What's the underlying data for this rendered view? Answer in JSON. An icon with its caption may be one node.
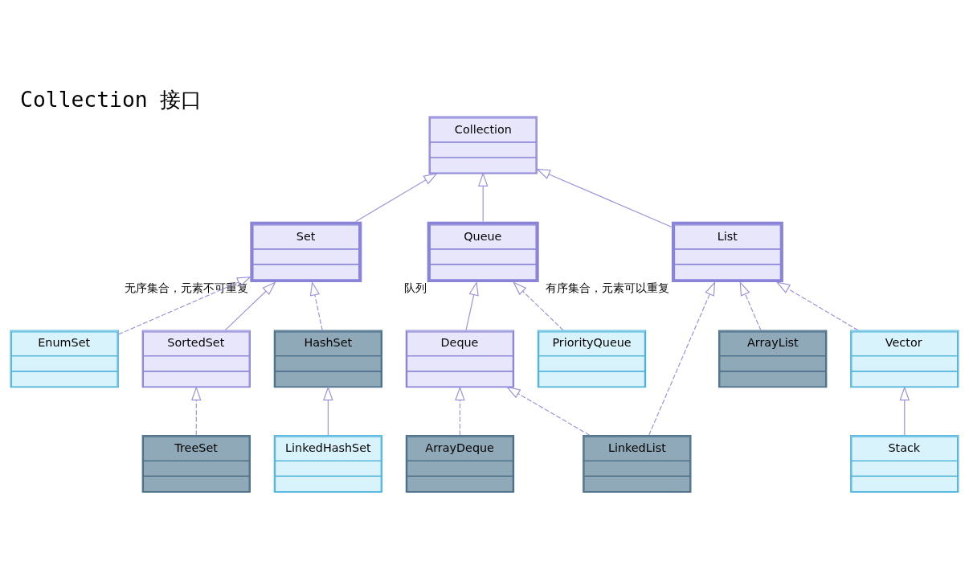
{
  "diagram": {
    "title": "Collection 接口",
    "nodes": [
      {
        "text": [
          "Collection"
        ]
      },
      {
        "text": [
          "Set"
        ],
        "beside": [
          "无序集合，元素不可重复"
        ]
      },
      {
        "text": [
          "Queue"
        ],
        "beside": [
          "队列"
        ]
      },
      {
        "text": [
          "List"
        ],
        "beside": [
          "有序集合，元素可以重复"
        ]
      },
      {
        "text": [
          "EnumSet"
        ]
      },
      {
        "text": [
          "SortedSet"
        ]
      },
      {
        "text": [
          "HashSet"
        ]
      },
      {
        "text": [
          "Deque"
        ]
      },
      {
        "text": [
          "PriorityQueue"
        ]
      },
      {
        "text": [
          "ArrayList"
        ]
      },
      {
        "text": [
          "Vector"
        ]
      },
      {
        "text": [
          "TreeSet"
        ]
      },
      {
        "text": [
          "LinkedHashSet"
        ]
      },
      {
        "text": [
          "ArrayDeque"
        ]
      },
      {
        "text": [
          "LinkedList"
        ]
      },
      {
        "text": [
          "Stack"
        ]
      }
    ],
    "edges": [
      {
        "from": 1,
        "to": 0,
        "arrow": "to"
      },
      {
        "from": 2,
        "to": 0,
        "arrow": "to"
      },
      {
        "from": 3,
        "to": 0,
        "arrow": "to"
      },
      {
        "from": 4,
        "to": 1,
        "arrow": "to",
        "style": "dashed"
      },
      {
        "from": 5,
        "to": 1,
        "arrow": "to"
      },
      {
        "from": 6,
        "to": 1,
        "arrow": "to",
        "style": "dashed"
      },
      {
        "from": 7,
        "to": 2,
        "arrow": "to"
      },
      {
        "from": 8,
        "to": 2,
        "arrow": "to",
        "style": "dashed"
      },
      {
        "from": 14,
        "to": 3,
        "arrow": "to",
        "style": "dashed"
      },
      {
        "from": 9,
        "to": 3,
        "arrow": "to",
        "style": "dashed"
      },
      {
        "from": 10,
        "to": 3,
        "arrow": "to",
        "style": "dashed"
      },
      {
        "from": 11,
        "to": 5,
        "arrow": "to",
        "style": "dashed"
      },
      {
        "from": 12,
        "to": 6,
        "arrow": "to"
      },
      {
        "from": 13,
        "to": 7,
        "arrow": "to",
        "style": "dashed"
      },
      {
        "from": 14,
        "to": 7,
        "arrow": "to",
        "style": "dashed"
      },
      {
        "from": 15,
        "to": 10,
        "arrow": "to"
      }
    ]
  }
}
